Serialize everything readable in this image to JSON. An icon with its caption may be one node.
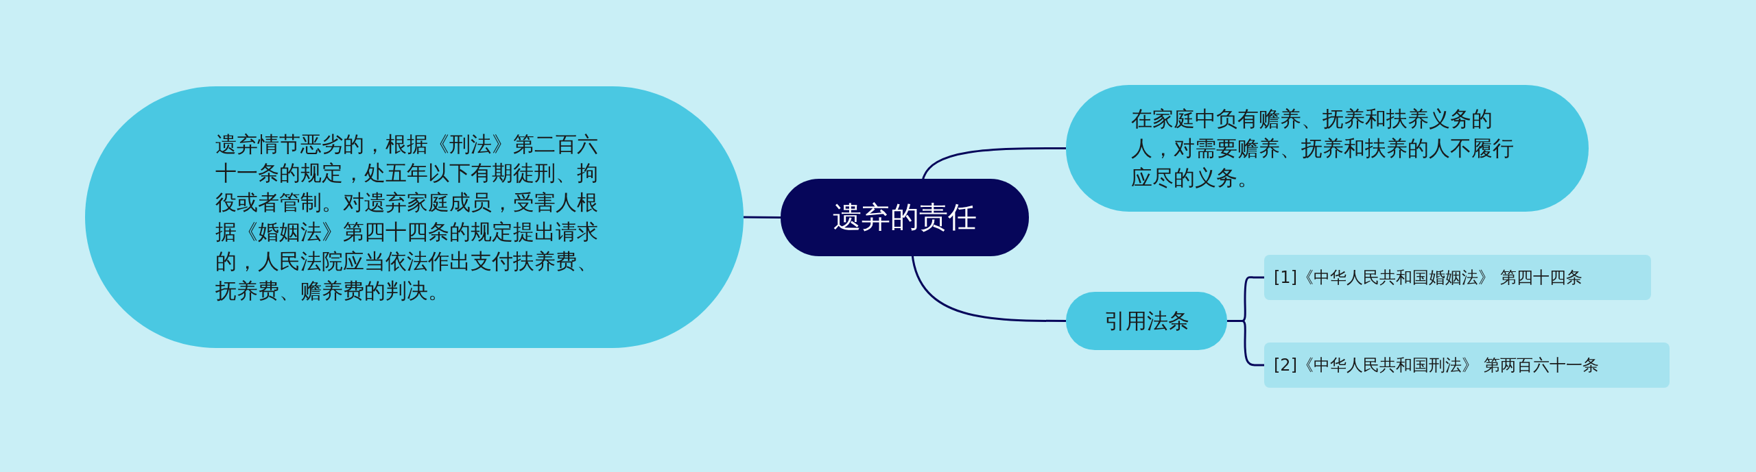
{
  "diagram": {
    "nodes": [
      {
        "text": [
          "遗弃的责任"
        ]
      },
      {
        "text": [
          "遗弃情节恶劣的，根据《刑法》第二百六十一条的规定，处五年以下有期徒刑、拘役或者管制。对遗弃家庭成员，受害人根据《婚姻法》第四十四条的规定提出请求的，人民法院应当依法作出支付扶养费、抚养费、赡养费的判决。"
        ]
      },
      {
        "text": [
          "在家庭中负有赡养、抚养和扶养义务的人，对需要赡养、抚养和扶养的人不履行应尽的义务。"
        ]
      },
      {
        "text": [
          "引用法条"
        ]
      },
      {
        "text": [
          "[1]《中华人民共和国婚姻法》 第四十四条"
        ]
      },
      {
        "text": [
          "[2]《中华人民共和国刑法》 第两百六十一条"
        ]
      }
    ],
    "edges": [
      {
        "from": 0,
        "to": 1,
        "arrow": "none"
      },
      {
        "from": 0,
        "to": 2,
        "arrow": "none"
      },
      {
        "from": 0,
        "to": 3,
        "arrow": "none"
      },
      {
        "from": 3,
        "to": 4,
        "arrow": "none"
      },
      {
        "from": 3,
        "to": 5,
        "arrow": "none"
      }
    ]
  }
}
